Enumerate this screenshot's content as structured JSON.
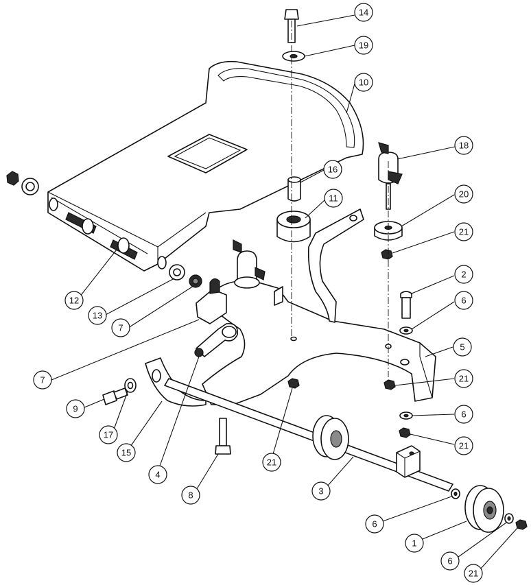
{
  "diagram": {
    "callouts": [
      {
        "id": "c14a",
        "label": "14"
      },
      {
        "id": "c19a",
        "label": "19"
      },
      {
        "id": "c10a",
        "label": "10"
      },
      {
        "id": "c18a",
        "label": "18"
      },
      {
        "id": "c16a",
        "label": "16"
      },
      {
        "id": "c20a",
        "label": "20"
      },
      {
        "id": "c11a",
        "label": "11"
      },
      {
        "id": "c21a",
        "label": "21"
      },
      {
        "id": "c2a",
        "label": "2"
      },
      {
        "id": "c6a",
        "label": "6"
      },
      {
        "id": "c12a",
        "label": "12"
      },
      {
        "id": "c13a",
        "label": "13"
      },
      {
        "id": "c7a",
        "label": "7"
      },
      {
        "id": "c5a",
        "label": "5"
      },
      {
        "id": "c7b",
        "label": "7"
      },
      {
        "id": "c21b",
        "label": "21"
      },
      {
        "id": "c9a",
        "label": "9"
      },
      {
        "id": "c17a",
        "label": "17"
      },
      {
        "id": "c6b",
        "label": "6"
      },
      {
        "id": "c15a",
        "label": "15"
      },
      {
        "id": "c21c",
        "label": "21"
      },
      {
        "id": "c21d",
        "label": "21"
      },
      {
        "id": "c4a",
        "label": "4"
      },
      {
        "id": "c8a",
        "label": "8"
      },
      {
        "id": "c3a",
        "label": "3"
      },
      {
        "id": "c6c",
        "label": "6"
      },
      {
        "id": "c1a",
        "label": "1"
      },
      {
        "id": "c6d",
        "label": "6"
      },
      {
        "id": "c21e",
        "label": "21"
      }
    ]
  }
}
